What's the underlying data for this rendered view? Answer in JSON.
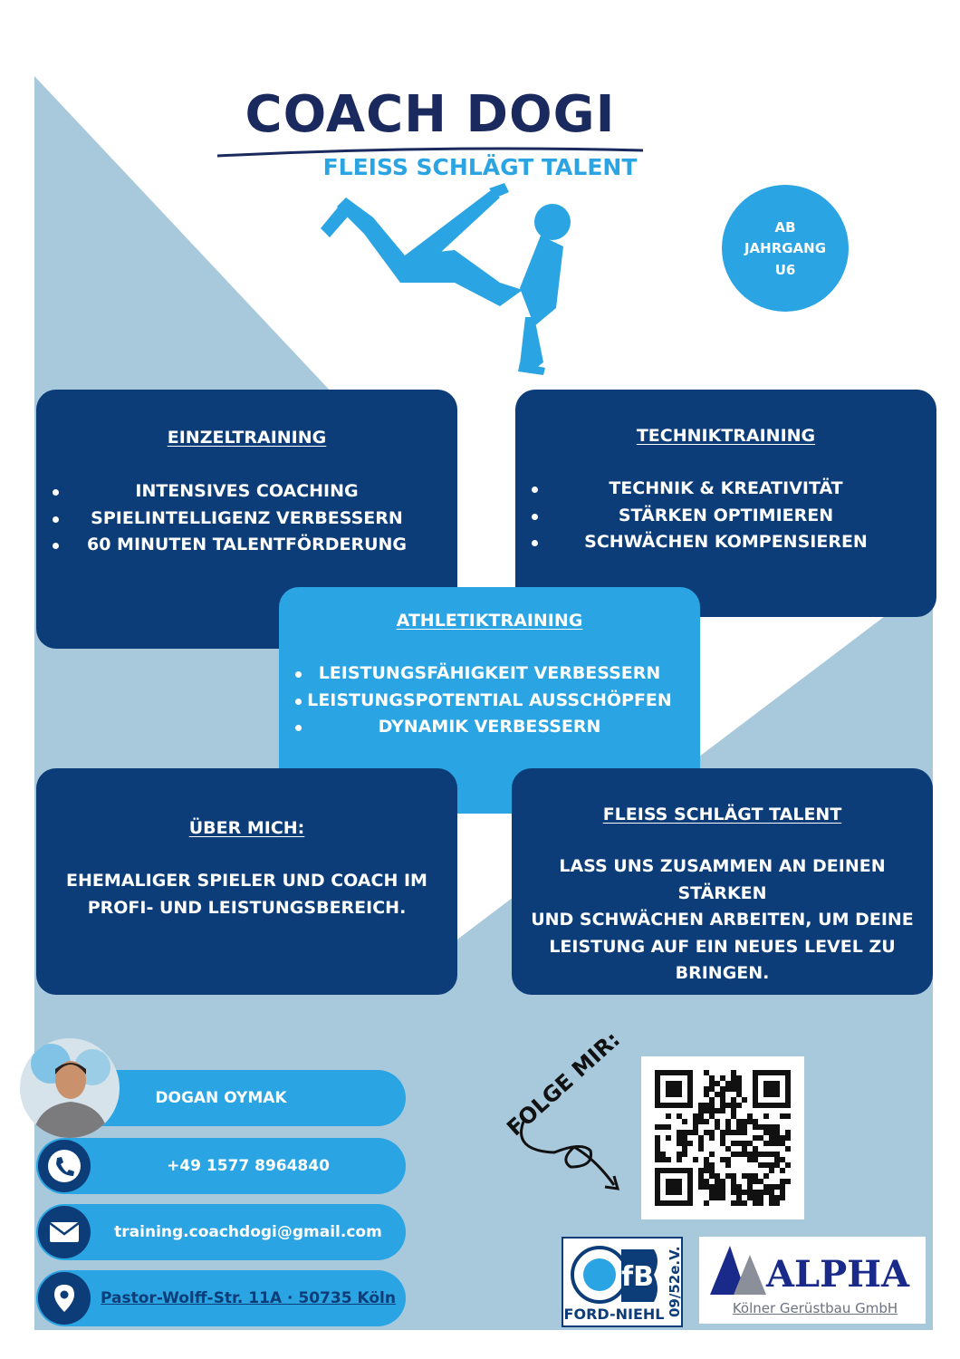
{
  "logo": {
    "brand": "COACH DOGI",
    "tagline": "FLEISS SCHLÄGT TALENT"
  },
  "badge": {
    "line1": "AB",
    "line2": "JAHRGANG",
    "line3": "U6"
  },
  "cards": {
    "einzeltraining": {
      "title": "EINZELTRAINING",
      "items": [
        "INTENSIVES COACHING",
        "SPIELINTELLIGENZ VERBESSERN",
        "60 MINUTEN TALENTFÖRDERUNG"
      ]
    },
    "techniktraining": {
      "title": "TECHNIKTRAINING",
      "items": [
        "TECHNIK  & KREATIVITÄT",
        "STÄRKEN OPTIMIEREN",
        "SCHWÄCHEN KOMPENSIEREN"
      ]
    },
    "athletiktraining": {
      "title": "ATHLETIKTRAINING",
      "items": [
        "LEISTUNGSFÄHIGKEIT VERBESSERN",
        "LEISTUNGSPOTENTIAL AUSSCHÖPFEN",
        "DYNAMIK VERBESSERN"
      ]
    },
    "ueber_mich": {
      "title": "ÜBER MICH:",
      "lines": [
        "EHEMALIGER SPIELER UND COACH IM",
        "PROFI- UND LEISTUNGSBEREICH."
      ]
    },
    "fleiss": {
      "title": "FLEISS SCHLÄGT TALENT",
      "lines": [
        "LASS UNS ZUSAMMEN AN DEINEN STÄRKEN",
        "UND SCHWÄCHEN ARBEITEN, UM DEINE",
        "LEISTUNG AUF EIN NEUES LEVEL ZU",
        "BRINGEN."
      ]
    }
  },
  "contact": {
    "name": "DOGAN OYMAK",
    "phone": "+49 1577 8964840",
    "email": "training.coachdogi@gmail.com",
    "address": "Pastor-Wolff-Str. 11A · 50735 Köln"
  },
  "follow": "FOLGE MIR:",
  "sponsors": {
    "club_name": "FORD-NIEHL",
    "club_year": "09/52e.V.",
    "alpha_name": "ALPHA",
    "alpha_sub": "Kölner Gerüstbau GmbH"
  },
  "colors": {
    "dark_blue": "#0c3d78",
    "light_blue": "#2aa4e2",
    "pale_blue": "#a8c8dc"
  }
}
